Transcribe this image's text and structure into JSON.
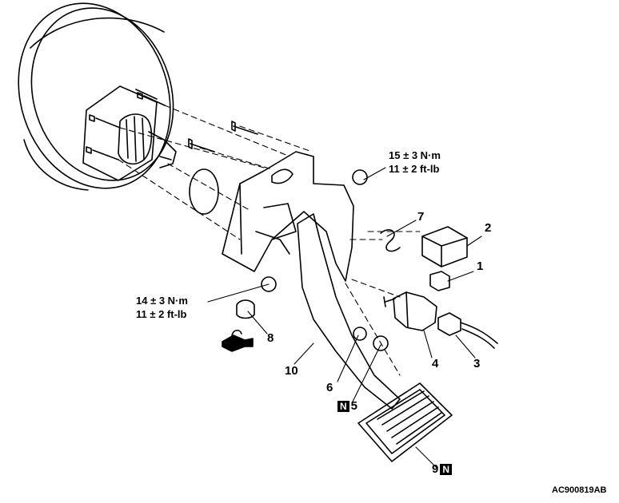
{
  "figure_code": "AC900819AB",
  "torque_upper": {
    "nm": "15 ± 3 N·m",
    "ftlb": "11 ± 2 ft-lb"
  },
  "torque_lower": {
    "nm": "14 ± 3 N·m",
    "ftlb": "11 ± 2 ft-lb"
  },
  "callouts": [
    {
      "id": "1",
      "text": "1"
    },
    {
      "id": "2",
      "text": "2"
    },
    {
      "id": "3",
      "text": "3"
    },
    {
      "id": "4",
      "text": "4"
    },
    {
      "id": "5",
      "text": "5"
    },
    {
      "id": "6",
      "text": "6"
    },
    {
      "id": "7",
      "text": "7"
    },
    {
      "id": "8",
      "text": "8"
    },
    {
      "id": "9",
      "text": "9"
    },
    {
      "id": "10",
      "text": "10"
    }
  ],
  "new_part_mark": "N"
}
